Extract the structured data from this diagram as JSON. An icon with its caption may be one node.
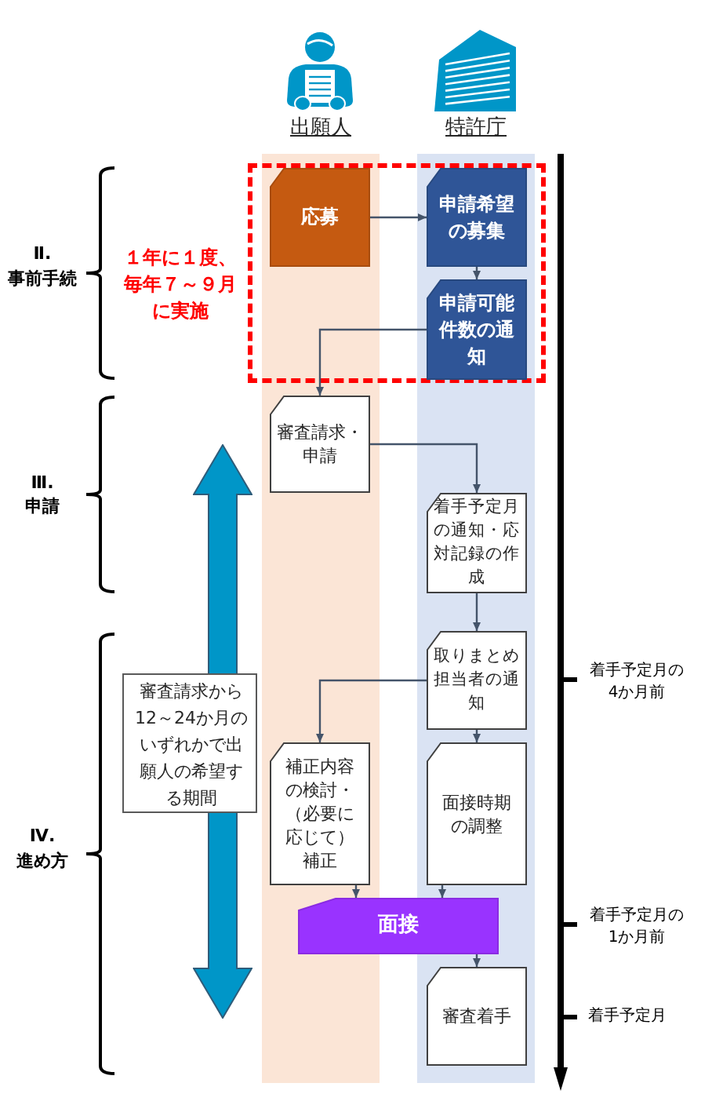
{
  "diagram": {
    "nodes": [
      {
        "text": [
          "出願人"
        ]
      },
      {
        "text": [
          "特許庁"
        ]
      },
      {
        "text": [
          "応募"
        ],
        "in": 0
      },
      {
        "text": [
          "申請希望の募集"
        ],
        "in": 1
      },
      {
        "text": [
          "申請可能件数の通知"
        ],
        "in": 1
      },
      {
        "text": [
          "審査請求・申請"
        ],
        "in": 0
      },
      {
        "text": [
          "着手予定月の通知・応対記録の作成"
        ],
        "in": 1
      },
      {
        "text": [
          "取りまとめ担当者の通知"
        ],
        "in": 1
      },
      {
        "text": [
          "審査請求から12～24か月のいずれかで出願人の希望する期間"
        ]
      },
      {
        "text": [
          "補正内容の検討・（必要に応じて）補正"
        ],
        "in": 0
      },
      {
        "text": [
          "面接時期の調整"
        ],
        "in": 1
      },
      {
        "text": [
          "面接"
        ]
      },
      {
        "text": [
          "審査着手"
        ],
        "in": 1
      }
    ],
    "edges": [
      {
        "from": 2,
        "to": 3,
        "arrow": "to"
      },
      {
        "from": 3,
        "to": 4,
        "arrow": "to"
      },
      {
        "from": 4,
        "to": 5,
        "arrow": "to"
      },
      {
        "from": 5,
        "to": 6,
        "arrow": "to"
      },
      {
        "from": 6,
        "to": 7,
        "arrow": "to"
      },
      {
        "from": 7,
        "to": 9,
        "arrow": "to"
      },
      {
        "from": 7,
        "to": 10,
        "arrow": "to"
      },
      {
        "from": 9,
        "to": 11,
        "arrow": "to"
      },
      {
        "from": 10,
        "to": 11,
        "arrow": "to"
      },
      {
        "from": 11,
        "to": 12,
        "arrow": "to"
      }
    ],
    "labels": [
      "Ⅱ. 事前手続",
      "１年に１度、毎年７～９月に実施",
      "Ⅲ. 申請",
      "Ⅳ. 進め方",
      "着手予定月の4か月前",
      "着手予定月の1か月前",
      "着手予定月"
    ]
  }
}
